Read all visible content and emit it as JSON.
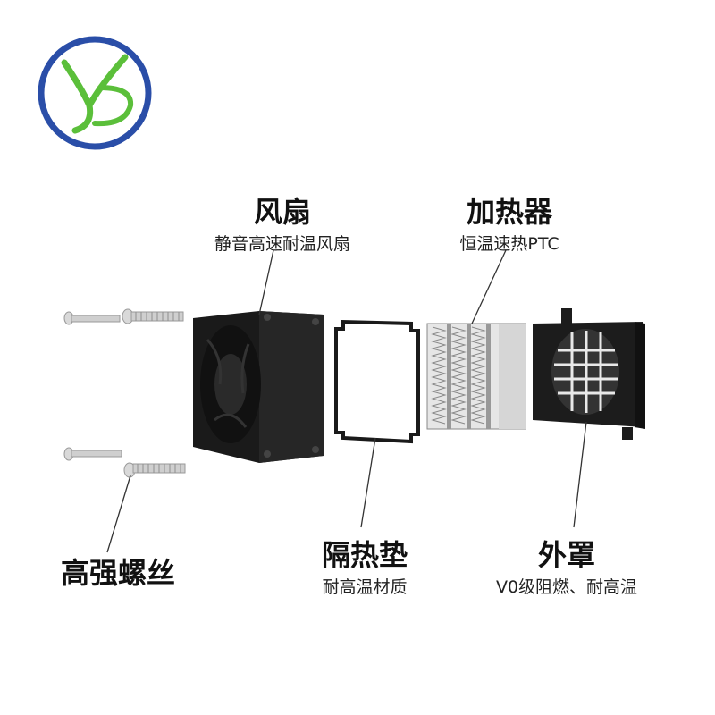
{
  "logo": {
    "monogram": "YD",
    "ring_color": "#2a4ea8",
    "mark_color": "#5bbf3a"
  },
  "labels": {
    "fan": {
      "title": "风扇",
      "subtitle": "静音高速耐温风扇"
    },
    "heater": {
      "title": "加热器",
      "subtitle": "恒温速热PTC"
    },
    "screws": {
      "title": "高强螺丝",
      "subtitle": ""
    },
    "gasket": {
      "title": "隔热垫",
      "subtitle": "耐高温材质"
    },
    "cover": {
      "title": "外罩",
      "subtitle": "V0级阻燃、耐高温"
    }
  },
  "colors": {
    "leader_line": "#333333",
    "fan_body": "#1a1a1a",
    "heater_fin": "#c9c9c9",
    "screw_metal": "#bfbfbf"
  }
}
